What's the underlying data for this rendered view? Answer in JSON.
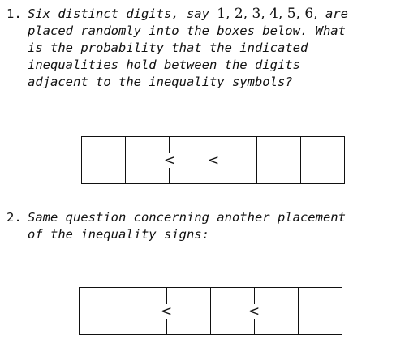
{
  "problem1": {
    "number": "1.",
    "line1_pre": "Six distinct digits, say ",
    "digits": "1, 2, 3, 4, 5, 6,",
    "line1_post": " are",
    "line2": "placed randomly into the boxes below. What",
    "line3": "is the probability that the indicated",
    "line4": "inequalities hold between the digits",
    "line5": "adjacent to the inequality symbols?",
    "boxes": [
      "",
      "",
      "",
      "",
      "",
      ""
    ],
    "symbol_1": "<",
    "symbol_2": "<"
  },
  "problem2": {
    "number": "2.",
    "line1": "Same question concerning another placement",
    "line2": "of the inequality signs:",
    "boxes": [
      "",
      "",
      "",
      "",
      "",
      ""
    ],
    "symbol_1": "<",
    "symbol_2": "<"
  }
}
